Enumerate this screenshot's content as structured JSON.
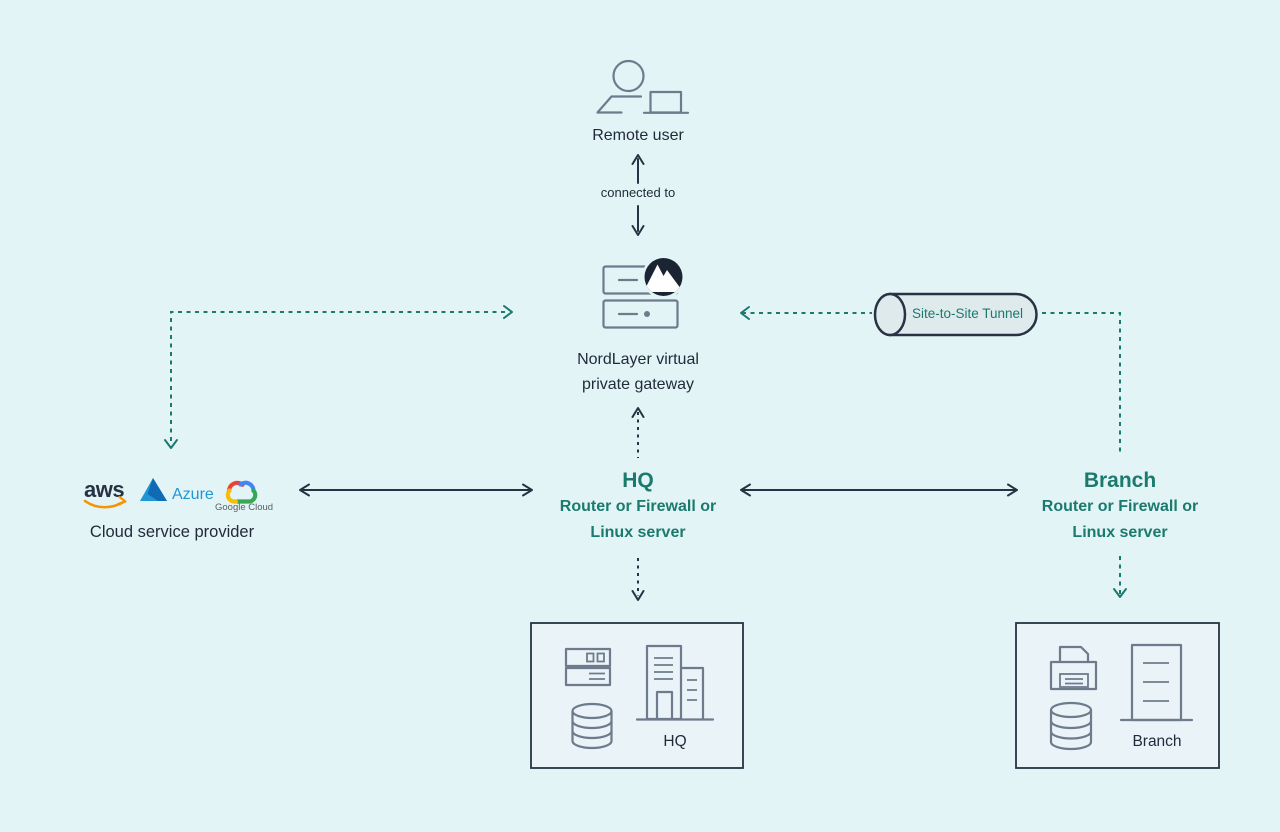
{
  "colors": {
    "background": "#e3f4f6",
    "teal": "#1b7a6e",
    "navy": "#273244",
    "icon_gray": "#6e7b8c",
    "dark_text": "#222b3a",
    "tunnel_fill": "#dfeaec",
    "box_fill": "#e9f3f8",
    "logo_navy": "#1b2432",
    "aws_orange": "#f79400",
    "azure_blue": "#2196d6",
    "azure_dark": "#0f6cb4",
    "google_blue": "#4285f4",
    "google_red": "#ea4335",
    "google_yellow": "#fbbc05",
    "google_green": "#34a853",
    "google_gray": "#5a6066",
    "white": "#ffffff"
  },
  "nodes": {
    "remote_user": {
      "label": "Remote user"
    },
    "connection": {
      "label": "connected to"
    },
    "gateway": {
      "label": "NordLayer virtual private gateway"
    },
    "tunnel": {
      "label": "Site-to-Site Tunnel"
    },
    "cloud": {
      "label": "Cloud service provider",
      "aws": "aws",
      "azure": "Azure",
      "google": "Google Cloud"
    },
    "hq": {
      "title": "HQ",
      "subtitle": "Router or Firewall or Linux server"
    },
    "branch": {
      "title": "Branch",
      "subtitle": "Router or Firewall or Linux server"
    },
    "hq_office": {
      "label": "HQ"
    },
    "branch_office": {
      "label": "Branch"
    }
  }
}
